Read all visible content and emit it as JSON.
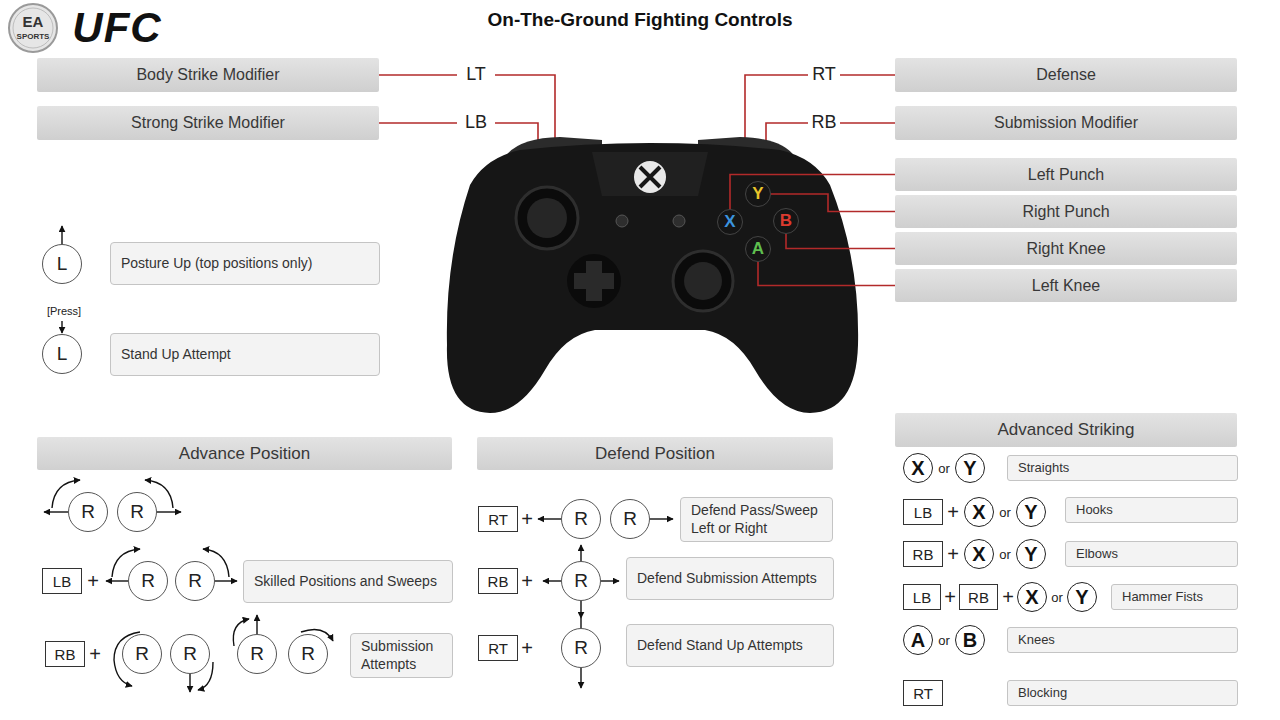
{
  "diagram": {
    "title": "On-The-Ground Fighting Controls",
    "nodes": [
      {
        "text": [
          "Body Strike Modifier"
        ]
      },
      {
        "text": [
          "Strong Strike Modifier"
        ]
      },
      {
        "text": [
          "Defense"
        ]
      },
      {
        "text": [
          "Submission Modifier"
        ]
      },
      {
        "text": [
          "X"
        ]
      },
      {
        "text": [
          "Y"
        ]
      },
      {
        "text": [
          "B"
        ]
      },
      {
        "text": [
          "A"
        ]
      },
      {
        "text": [
          "Left Punch"
        ]
      },
      {
        "text": [
          "Right Punch"
        ]
      },
      {
        "text": [
          "Right Knee"
        ]
      },
      {
        "text": [
          "Left Knee"
        ]
      },
      {
        "text": [
          "L"
        ]
      },
      {
        "text": [
          "Posture Up (top positions only)"
        ]
      },
      {
        "text": [
          "L"
        ]
      },
      {
        "text": [
          "Stand Up Attempt"
        ]
      },
      {
        "text": [
          "Advance Position"
        ]
      },
      {
        "text": [
          "R"
        ]
      },
      {
        "text": [
          "R"
        ]
      },
      {
        "text": [
          "LB"
        ]
      },
      {
        "text": [
          "R"
        ]
      },
      {
        "text": [
          "R"
        ]
      },
      {
        "text": [
          "Skilled Positions and Sweeps"
        ]
      },
      {
        "text": [
          "RB"
        ]
      },
      {
        "text": [
          "R"
        ]
      },
      {
        "text": [
          "R"
        ]
      },
      {
        "text": [
          "R"
        ]
      },
      {
        "text": [
          "R"
        ]
      },
      {
        "text": [
          "Submission Attempts"
        ]
      },
      {
        "text": [
          "Defend Position"
        ]
      },
      {
        "text": [
          "RT"
        ]
      },
      {
        "text": [
          "R"
        ]
      },
      {
        "text": [
          "R"
        ]
      },
      {
        "text": [
          "Defend Pass/Sweep Left or Right"
        ]
      },
      {
        "text": [
          "RB"
        ]
      },
      {
        "text": [
          "R"
        ]
      },
      {
        "text": [
          "Defend Submission Attempts"
        ]
      },
      {
        "text": [
          "RT"
        ]
      },
      {
        "text": [
          "R"
        ]
      },
      {
        "text": [
          "Defend Stand Up Attempts"
        ]
      },
      {
        "text": [
          "Advanced Striking"
        ]
      },
      {
        "text": [
          "X"
        ]
      },
      {
        "text": [
          "Y"
        ]
      },
      {
        "text": [
          "Straights"
        ]
      },
      {
        "text": [
          "LB"
        ]
      },
      {
        "text": [
          "X"
        ]
      },
      {
        "text": [
          "Y"
        ]
      },
      {
        "text": [
          "Hooks"
        ]
      },
      {
        "text": [
          "RB"
        ]
      },
      {
        "text": [
          "X"
        ]
      },
      {
        "text": [
          "Y"
        ]
      },
      {
        "text": [
          "Elbows"
        ]
      },
      {
        "text": [
          "LB"
        ]
      },
      {
        "text": [
          "RB"
        ]
      },
      {
        "text": [
          "X"
        ]
      },
      {
        "text": [
          "Y"
        ]
      },
      {
        "text": [
          "Hammer Fists"
        ]
      },
      {
        "text": [
          "A"
        ]
      },
      {
        "text": [
          "B"
        ]
      },
      {
        "text": [
          "Knees"
        ]
      },
      {
        "text": [
          "RT"
        ]
      },
      {
        "text": [
          "Blocking"
        ]
      }
    ],
    "edges": [
      {
        "from": 4,
        "to": 8,
        "arrow": "none"
      },
      {
        "from": 5,
        "to": 9,
        "arrow": "none"
      },
      {
        "from": 6,
        "to": 10,
        "arrow": "none"
      },
      {
        "from": 7,
        "to": 11,
        "arrow": "none"
      }
    ],
    "labels": [
      "EA",
      "SPORTS",
      "UFC",
      "LT",
      "LB",
      "RT",
      "RB",
      "[Press]",
      "+",
      "+",
      "+",
      "+",
      "+",
      "or",
      "+",
      "or",
      "+",
      "or",
      "+",
      "+",
      "or",
      "or"
    ]
  }
}
